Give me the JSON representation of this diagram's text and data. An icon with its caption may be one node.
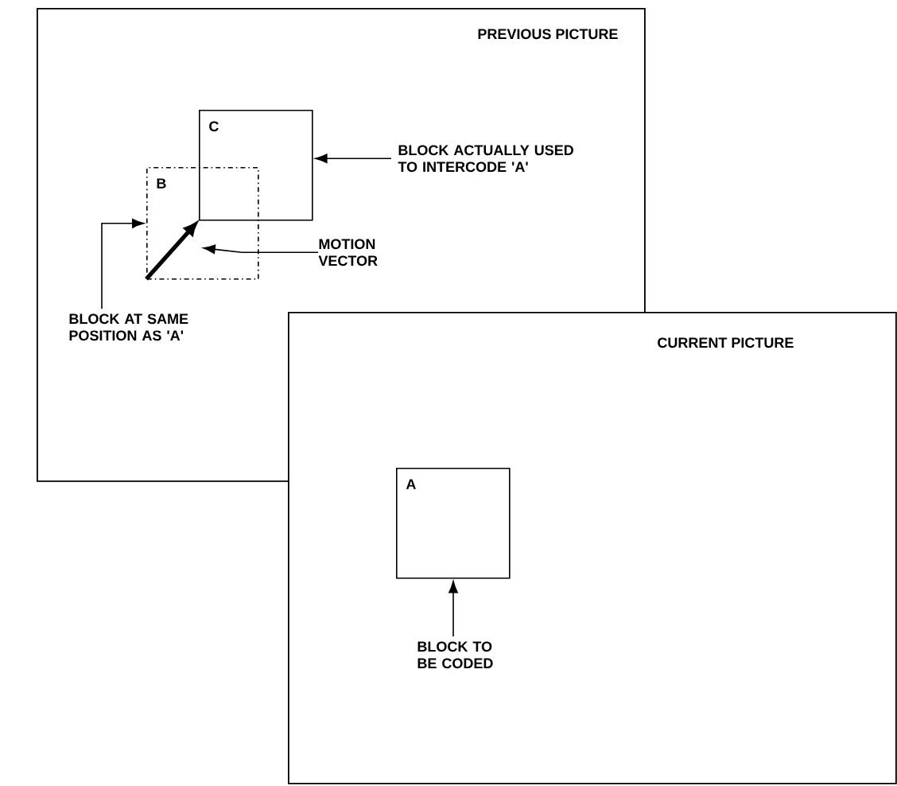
{
  "diagram": {
    "nodes": [
      {
        "text": [
          "PREVIOUS PICTURE"
        ]
      },
      {
        "text": [
          "C"
        ],
        "in": 0
      },
      {
        "text": [
          "B"
        ],
        "in": 0
      },
      {
        "text": [
          "BLOCK ACTUALLY USED TO INTERCODE 'A'"
        ],
        "in": 0
      },
      {
        "text": [
          "MOTION VECTOR"
        ],
        "in": 0
      },
      {
        "text": [
          "BLOCK AT SAME POSITION AS 'A'"
        ],
        "in": 0
      },
      {
        "text": [
          "CURRENT PICTURE"
        ]
      },
      {
        "text": [
          "A"
        ],
        "in": 6
      },
      {
        "text": [
          "BLOCK TO BE CODED"
        ],
        "in": 6
      },
      {
        "text": [],
        "shape": "arrow",
        "in": 2
      }
    ],
    "edges": [
      {
        "from": 3,
        "to": 1,
        "arrow": "to"
      },
      {
        "from": 4,
        "to": 9,
        "arrow": "to"
      },
      {
        "from": 5,
        "to": 2,
        "arrow": "to"
      },
      {
        "from": 8,
        "to": 7,
        "arrow": "to"
      }
    ]
  }
}
